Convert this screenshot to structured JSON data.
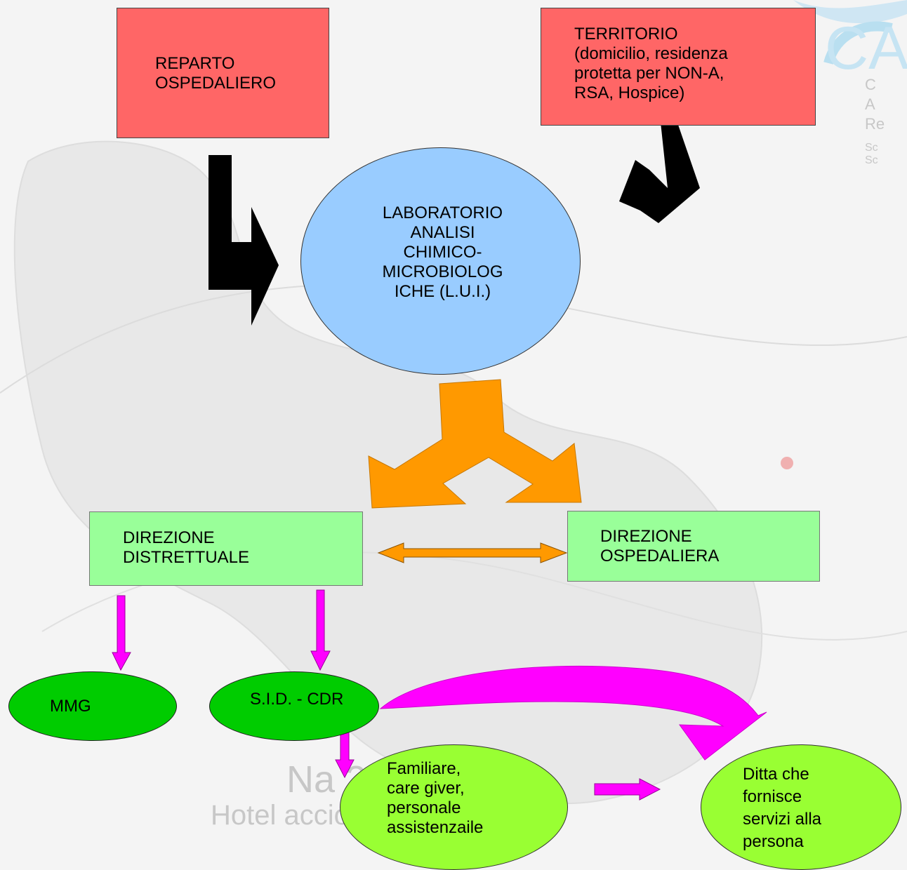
{
  "nodes": {
    "reparto": "REPARTO\nOSPEDALIERO",
    "territorio": "TERRITORIO\n(domicilio, residenza\nprotetta per NON-A,\nRSA, Hospice)",
    "laboratorio": "LABORATORIO\nANALISI\nCHIMICO-\nMICROBIOLOG\nICHE (L.U.I.)",
    "direzione_distrettuale": "DIREZIONE\nDISTRETTUALE",
    "direzione_ospedaliera": "DIREZIONE\nOSPEDALIERA",
    "mmg": "MMG",
    "sid_cdr": "S.I.D. -  CDR",
    "familiare": "Familiare,\ncare giver,\npersonale\nassistenzaile",
    "ditta": "Ditta che\nfornisce\nservizi alla\npersona"
  },
  "watermark": {
    "logo_text": "CA",
    "logo_lines": [
      "C",
      "A",
      "Re",
      "Sc",
      "Sc"
    ],
    "line1": "Na            21 MA              2",
    "line2": "Hotel                     acciolo             e"
  },
  "colors": {
    "red_box": "#ff6666",
    "blue_circle": "#99ccff",
    "light_green_box": "#99ff99",
    "dark_green_ellipse": "#00cc00",
    "lime_ellipse": "#99ff33",
    "orange_arrow": "#ff9900",
    "magenta_arrow": "#ff00ff",
    "black_arrow": "#000000"
  }
}
